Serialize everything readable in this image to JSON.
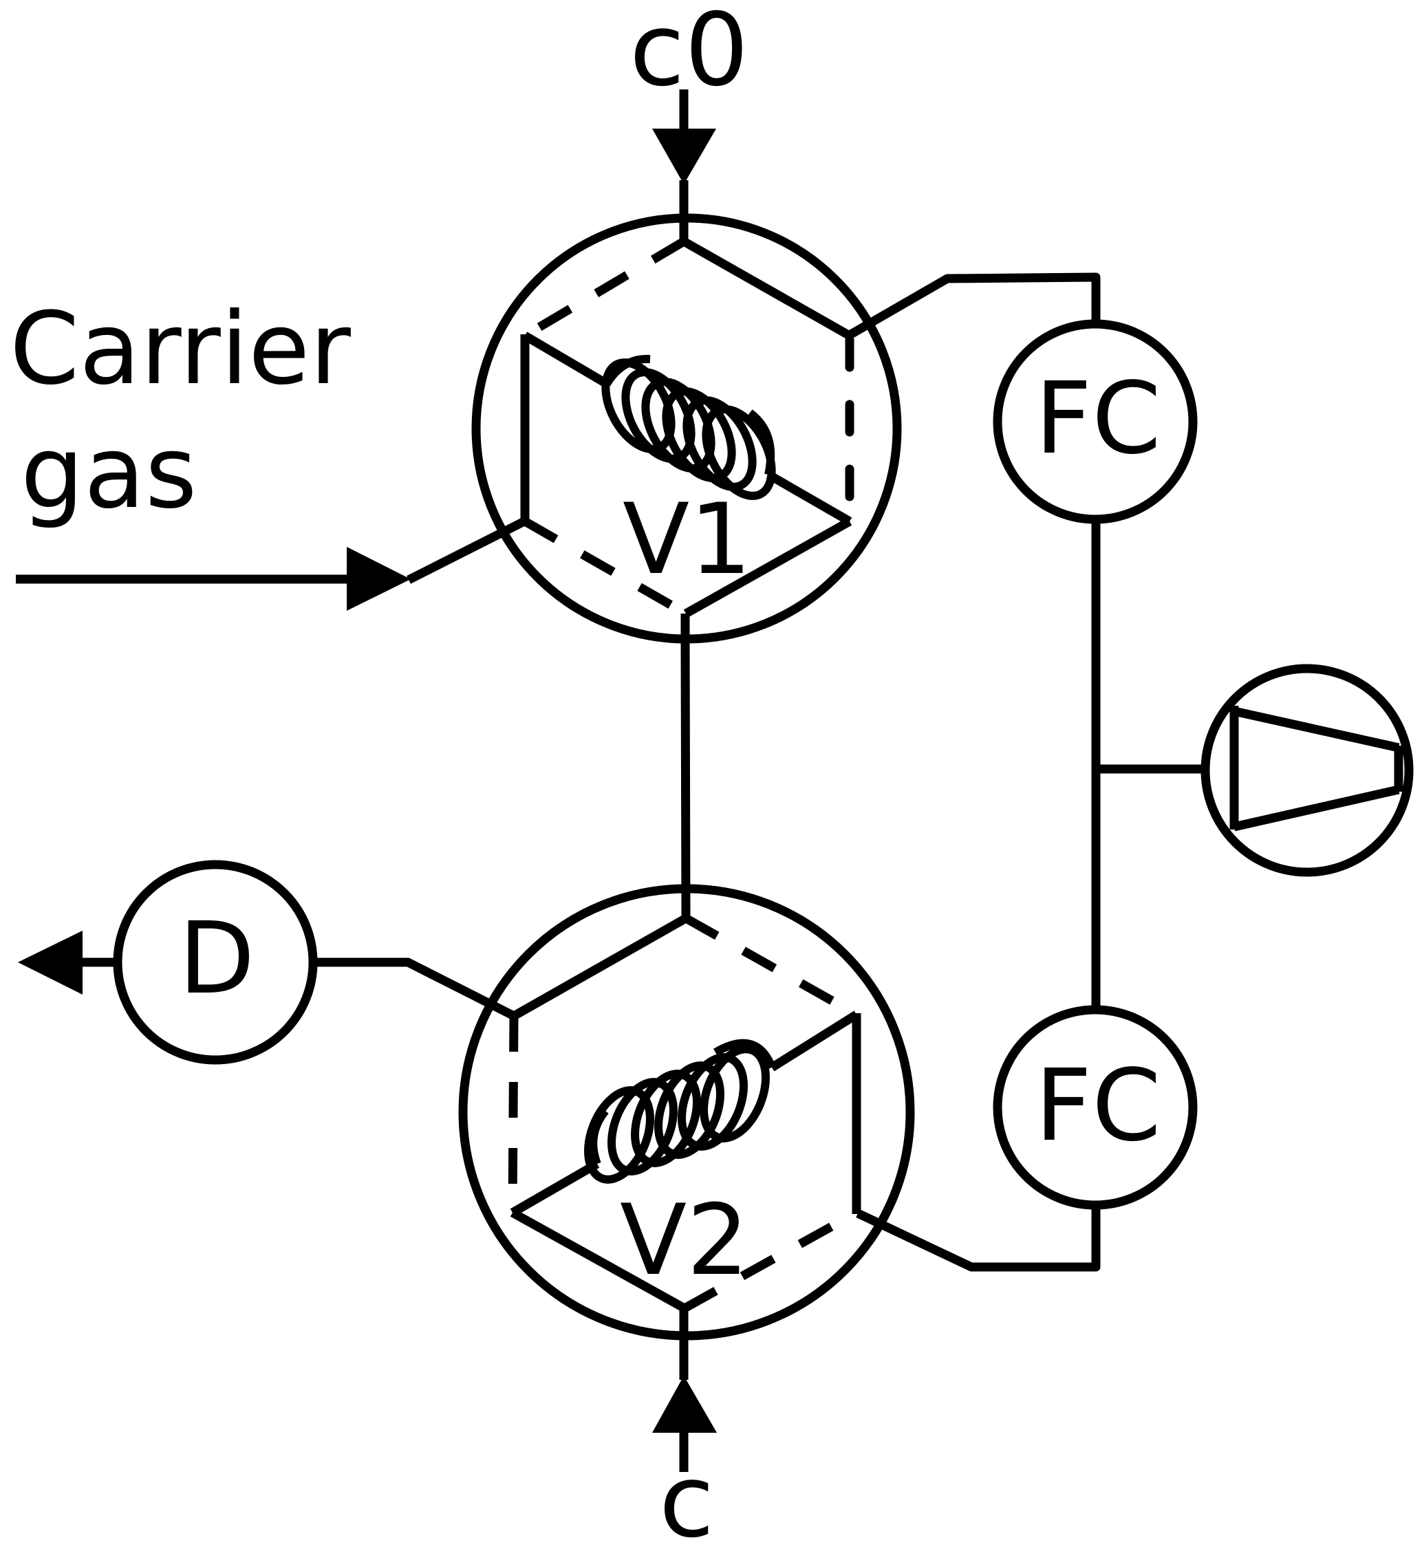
{
  "diagram": {
    "title": "Gas chromatography valve flow diagram",
    "labels": {
      "inlet_top": "c0",
      "carrier_line1": "Carrier",
      "carrier_line2": "gas",
      "valve1": "V1",
      "valve2": "V2",
      "flow_controller_1": "FC",
      "flow_controller_2": "FC",
      "detector": "D",
      "inlet_bottom": "c"
    },
    "components": [
      {
        "id": "V1",
        "type": "six-port valve with sample loop"
      },
      {
        "id": "V2",
        "type": "six-port valve with sample loop"
      },
      {
        "id": "FC1",
        "type": "flow controller"
      },
      {
        "id": "FC2",
        "type": "flow controller"
      },
      {
        "id": "pump",
        "type": "vacuum pump"
      },
      {
        "id": "D",
        "type": "detector"
      }
    ],
    "connections": [
      {
        "from": "c0",
        "to": "V1",
        "direction": "in"
      },
      {
        "from": "Carrier gas",
        "to": "V1",
        "direction": "in"
      },
      {
        "from": "V1",
        "to": "V2"
      },
      {
        "from": "V1",
        "to": "FC1"
      },
      {
        "from": "FC1",
        "to": "pump"
      },
      {
        "from": "FC2",
        "to": "pump"
      },
      {
        "from": "V2",
        "to": "FC2"
      },
      {
        "from": "V2",
        "to": "D"
      },
      {
        "from": "D",
        "to": "out",
        "direction": "out"
      },
      {
        "from": "c",
        "to": "V2",
        "direction": "in"
      }
    ],
    "colors": {
      "stroke": "#000000",
      "background": "#ffffff"
    }
  }
}
